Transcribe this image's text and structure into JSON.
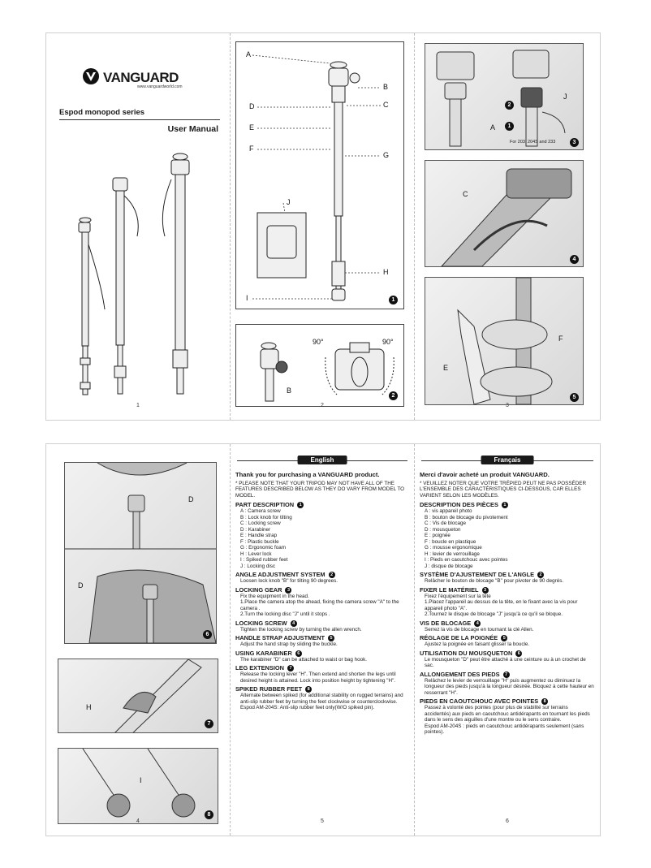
{
  "page1": {
    "brand": "VANGUARD",
    "brand_url": "www.vanguardworld.com",
    "series_title": "Espod monopod series",
    "manual_title": "User Manual",
    "page_number": "1"
  },
  "page2": {
    "labels": {
      "a": "A",
      "b": "B",
      "c": "C",
      "d": "D",
      "e": "E",
      "f": "F",
      "g": "G",
      "h": "H",
      "i": "I",
      "j": "J"
    },
    "fig1": "1",
    "fig2": "2",
    "angle_left": "90°",
    "angle_right": "90°",
    "label_b2": "B",
    "page_number": "2"
  },
  "page3": {
    "fig3": "3",
    "fig4": "4",
    "fig5": "5",
    "label_a": "A",
    "label_j": "J",
    "label_c": "C",
    "label_e": "E",
    "label_f": "F",
    "step1": "1",
    "step2": "2",
    "caption": "For 203, 204S and 233",
    "page_number": "3"
  },
  "page4": {
    "label_d1": "D",
    "label_d2": "D",
    "label_h": "H",
    "label_i": "I",
    "fig6": "6",
    "fig7": "7",
    "fig8": "8",
    "page_number": "4"
  },
  "page5": {
    "language": "English",
    "thanks": "Thank you for purchasing a VANGUARD product.",
    "notice": "* PLEASE NOTE THAT YOUR TRIPOD MAY NOT HAVE ALL OF THE FEATURES DESCRIBED BELOW AS THEY DO VARY FROM MODEL TO MODEL.",
    "sections": [
      {
        "title": "PART DESCRIPTION",
        "num": "1",
        "lines": [
          "A : Camera screw",
          "B : Lock knob for tilting",
          "C : Locking screw",
          "D : Karabiner",
          "E : Handle strap",
          "F : Plastic buckle",
          "G : Ergonomic foam",
          "H : Lever lock",
          "I : Spiked rubber feet",
          "J : Locking disc"
        ]
      },
      {
        "title": "ANGLE ADJUSTMENT SYSTEM",
        "num": "2",
        "lines": [
          "Loosen lock knob \"B\" for tilting 90 degrees."
        ]
      },
      {
        "title": "LOCKING GEAR",
        "num": "3",
        "lines": [
          "Fix the equipment in the head.",
          "1.Place the camera atop the ahead, fixing the camera screw \"A\" to the camera .",
          "2.Turn the locking disc \"J\" until it stops ."
        ]
      },
      {
        "title": "LOCKING SCREW",
        "num": "4",
        "lines": [
          "Tighten the locking screw by turning the allen wrench."
        ]
      },
      {
        "title": "HANDLE STRAP ADJUSTMENT",
        "num": "5",
        "lines": [
          "Adjust the hand strap by sliding the buckle."
        ]
      },
      {
        "title": "USING KARABINER",
        "num": "6",
        "lines": [
          "The karabiner \"D\" can be attached to waist or bag hook."
        ]
      },
      {
        "title": "LEG EXTENSION",
        "num": "7",
        "lines": [
          "Release the locking lever \"H\". Then extend and shorten the legs until desired height is attained. Lock into position height by tightening \"H\"."
        ]
      },
      {
        "title": "SPIKED RUBBER FEET",
        "num": "8",
        "lines": [
          "Alternate between spiked (for additional stability on rugged terrains) and anti-slip rubber feet by turning the feet clockwise or counterclockwise.",
          "Espod AM-204S: Anti-slip rubber feet only(W/O spiked pin)."
        ]
      }
    ],
    "page_number": "5"
  },
  "page6": {
    "language": "Français",
    "thanks": "Merci d'avoir acheté un produit VANGUARD.",
    "notice": "* VEUILLEZ NOTER QUE VOTRE TRÉPIED PEUT NE PAS POSSÉDER L'ENSEMBLE DES CARACTÉRISTIQUES CI-DESSOUS, CAR ELLES VARIENT SELON LES MODÈLES.",
    "sections": [
      {
        "title": "DESCRIPTION DES PIÈCES",
        "num": "1",
        "lines": [
          "A : vis appareil photo",
          "B : bouton de blocage du pivotement",
          "C : Vis de blocage",
          "D : mousqueton",
          "E : poignée",
          "F : boucle en plastique",
          "G : mousse ergonomique",
          "H : levier de verrouillage",
          "I : Pieds en caoutchouc avec pointes",
          "J : disque de blocage"
        ]
      },
      {
        "title": "SYSTÈME D'AJUSTEMENT DE L'ANGLE",
        "num": "2",
        "lines": [
          "Relâcher le bouton de blocage \"B\" pour pivoter de 90 degrés."
        ]
      },
      {
        "title": "FIXER LE MATÉRIEL",
        "num": "3",
        "lines": [
          "Fixez l'équipement sur la tête",
          "1.Placez l'appareil au dessus de la tête, en le fixant avec la vis pour appareil photo \"A\".",
          "2.Tournez le disque de blocage \"J\" jusqu'à ce qu'il se bloque."
        ]
      },
      {
        "title": "VIS DE BLOCAGE",
        "num": "4",
        "lines": [
          "Serrez la vis de blocage en tournant la clé Allen."
        ]
      },
      {
        "title": "RÉGLAGE DE LA POIGNÉE",
        "num": "5",
        "lines": [
          "Ajustez la poignée en faisant glisser la boucle."
        ]
      },
      {
        "title": "UTILISATION DU MOUSQUETON",
        "num": "6",
        "lines": [
          "Le mousqueton \"D\" peut être attaché à une ceinture ou à un crochet de sac."
        ]
      },
      {
        "title": "ALLONGEMENT DES PIEDS",
        "num": "7",
        "lines": [
          "Relâchez le levier de verrouillage \"H\" puis augmentez ou diminuez la longueur des pieds jusqu'à la longueur désirée. Bloquez à cette hauteur en resserrant \"H\"."
        ]
      },
      {
        "title": "PIEDS EN CAOUTCHOUC AVEC POINTES",
        "num": "8",
        "lines": [
          "Passez à volonté des pointes (pour plus de stabilité sur terrains accidentés) aux pieds en caoutchouc antidérapants en tournant les pieds dans le sens des aiguilles d'une montre ou le sens contraire.",
          "Espod AM-204S : pieds en caoutchouc antidérapants seulement (sans pointes)."
        ]
      }
    ],
    "page_number": "6"
  }
}
